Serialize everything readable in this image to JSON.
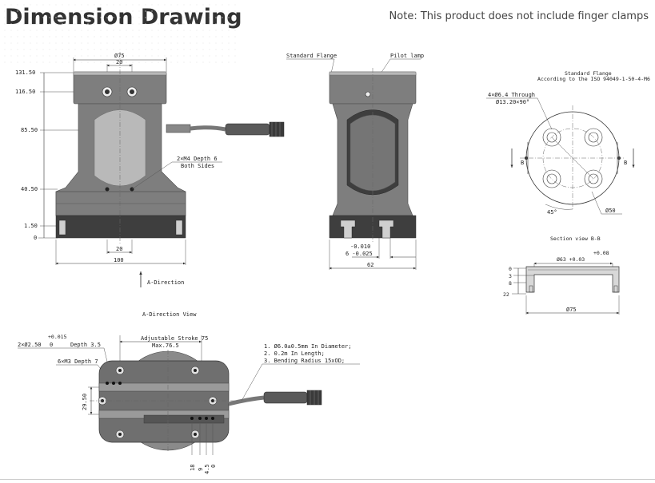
{
  "header": {
    "title": "Dimension Drawing",
    "note": "Note: This product does not include finger clamps"
  },
  "front_view": {
    "dim_top_diameter": "Ø75",
    "dim_top_20": "20",
    "y_labels": [
      "131.50",
      "116.50",
      "85.50",
      "40.50",
      "1.50",
      "0"
    ],
    "callout_thread_1": "2×M4 Depth 6",
    "callout_thread_2": "Both Sides",
    "dim_bottom_20": "20",
    "dim_bottom_100": "100",
    "direction_label": "A-Direction"
  },
  "side_view": {
    "label_flange": "Standard Flange",
    "label_lamp": "Pilot lamp",
    "tol_upper": "-0.010",
    "tol_lower": "6 -0.025",
    "dim_width": "62"
  },
  "flange_view": {
    "title_1": "Standard Flange",
    "title_2": "According to the ISO 94049-1-50-4-M6",
    "callout_1": "4×Ø6.4 Through",
    "callout_2": "Ø13.20×90°",
    "section_letter_left": "B",
    "section_letter_right": "B",
    "angle": "45°",
    "diameter": "Ø50"
  },
  "section_view": {
    "title": "Section view B-B",
    "tol_top": "+0.08",
    "dim_inner": "Ø63 +0.03",
    "left_labels": [
      "0",
      "3",
      "8",
      "22"
    ],
    "dim_outer": "Ø75"
  },
  "a_direction_view": {
    "title": "A-Direction View",
    "pin_tol": "+0.015",
    "pin_spec_1": "2×Ø2.50",
    "pin_spec_2": "0",
    "pin_spec_3": "Depth 3.5",
    "m3_callout": "6×M3 Depth 7",
    "stroke_1": "Adjustable Stroke 75",
    "stroke_2": "Max.76.5",
    "dim_29_5": "29.50",
    "cable_notes": [
      "1. Ø6.0±0.5mm In Diameter;",
      "2. 0.2m In Length;",
      "3. Bending Radius 15xOD;"
    ],
    "bottom_dims": [
      "18",
      "9",
      "4.5",
      "0"
    ]
  }
}
